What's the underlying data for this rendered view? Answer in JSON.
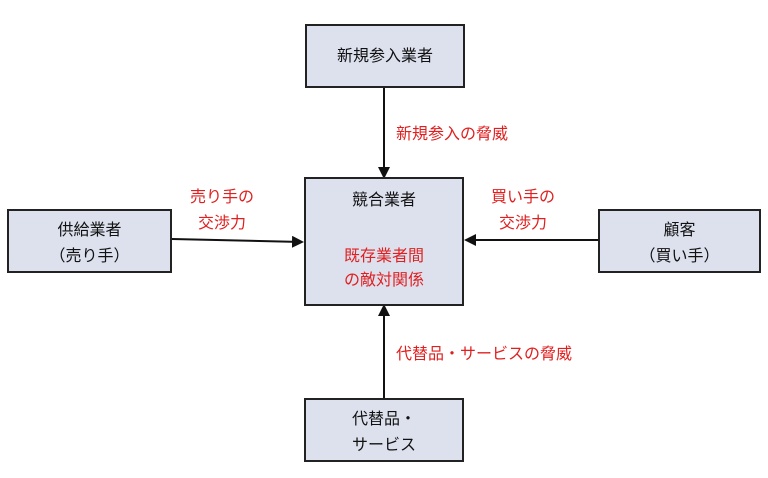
{
  "nodes": {
    "new_entrants": {
      "label": "新規参入業者"
    },
    "competitors": {
      "label": "競合業者",
      "inner_lines": [
        "既存業者間",
        "の敵対関係"
      ]
    },
    "suppliers": {
      "lines": [
        "供給業者",
        "（売り手）"
      ]
    },
    "customers": {
      "lines": [
        "顧客",
        "（買い手）"
      ]
    },
    "substitutes": {
      "lines": [
        "代替品・",
        "サービス"
      ]
    }
  },
  "edge_labels": {
    "new_entry_threat": "新規参入の脅威",
    "seller_power": [
      "売り手の",
      "交渉力"
    ],
    "buyer_power": [
      "買い手の",
      "交渉力"
    ],
    "substitute_threat": "代替品・サービスの脅威"
  },
  "colors": {
    "box_fill": "#dde1ee",
    "border": "#222222",
    "accent_text": "#e02020",
    "curved_arrow": "#3a64c0"
  }
}
